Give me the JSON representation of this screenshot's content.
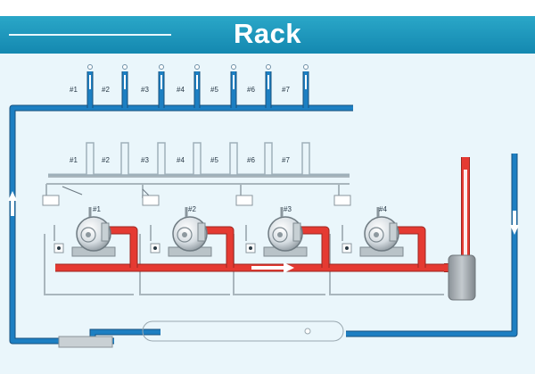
{
  "header": {
    "title": "Rack"
  },
  "top_manifold": {
    "labels": [
      "#1",
      "#2",
      "#3",
      "#4",
      "#5",
      "#6",
      "#7"
    ]
  },
  "mid_manifold": {
    "labels": [
      "#1",
      "#2",
      "#3",
      "#4",
      "#5",
      "#6",
      "#7"
    ]
  },
  "compressors": {
    "labels": [
      "#1",
      "#2",
      "#3",
      "#4"
    ]
  },
  "colors": {
    "suction_line": "#1d7fc2",
    "discharge_line": "#e53a32",
    "panel": "#eaf6fb",
    "header_bar": "#1f9ac1"
  }
}
